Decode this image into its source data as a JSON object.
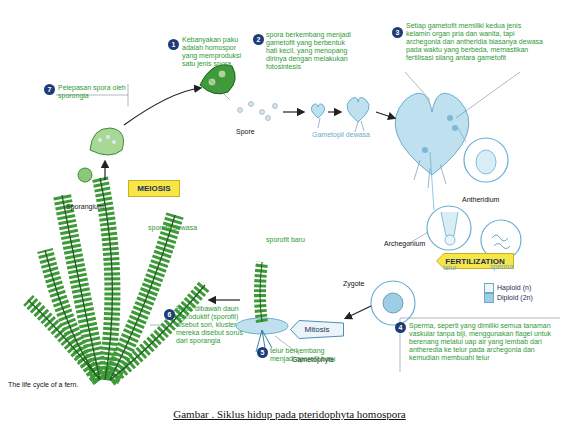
{
  "diagram": {
    "caption": "Gambar . Siklus hidup pada pteridophyta homospora",
    "nodes": [
      {
        "text": [
          "MEIOSIS"
        ]
      },
      {
        "text": [
          "FERTILIZATION"
        ]
      },
      {
        "text": [
          "Mitosis"
        ]
      }
    ],
    "labels": [
      "7",
      "Pelepasan spora oleh sporongia",
      "1",
      "Kebanyakan paku adalah homospor yang memproduksi satu jenis spora",
      "2",
      "spora berkembang menjadi gametofit yang berbentuk hati kecil, yang menopang dirinya dengan melakukan fotosintesis",
      "3",
      "Setiap gametofit memiliki kedua jenis kelamin organ pria dan wanita, tapi archegonia dan antheridia biasanya dewasa pada waktu yang berbeda, memastikan fertilisasi silang antara gametofit",
      "Spore",
      "Gametopil dewasa",
      "Antheridium",
      "Archegonium",
      "telur",
      "sperma",
      "Sporangium",
      "Zygote",
      "sporofit baru",
      "sporofit dewasa",
      "Gametophyte",
      "6",
      "Bintik dibawah daun reproduktif (sporofil) disebut sori, kluster mereka disebut sorus dari sporangia",
      "5",
      "telur berkembang menjadi sporofit baru",
      "4",
      "Sperma, seperti yang dimiliki semua tanaman vaskular tanpa biji, menggunakan flagel untuk berenang melalui uap air yang lembab dari antheredia ke telur pada archegonia dan kemudian membuahi telur",
      "The life cycle of a fern."
    ],
    "legend": [
      {
        "text": "Haploid (n)",
        "color": "#eef6fb"
      },
      {
        "text": "Diploid (2n)",
        "color": "#9fcde3"
      }
    ]
  }
}
